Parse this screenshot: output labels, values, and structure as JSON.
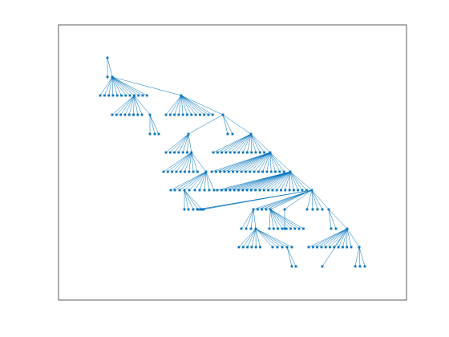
{
  "figure": {
    "background": "#ffffff",
    "axes": {
      "frame_color": "#262626",
      "ticks": false,
      "grid": false
    }
  },
  "diagram": {
    "type": "tree-graph",
    "edge_color": "#0072bd",
    "node_color": "#0072bd",
    "node_marker": "square",
    "root": "n0",
    "levels_shown": 11
  }
}
